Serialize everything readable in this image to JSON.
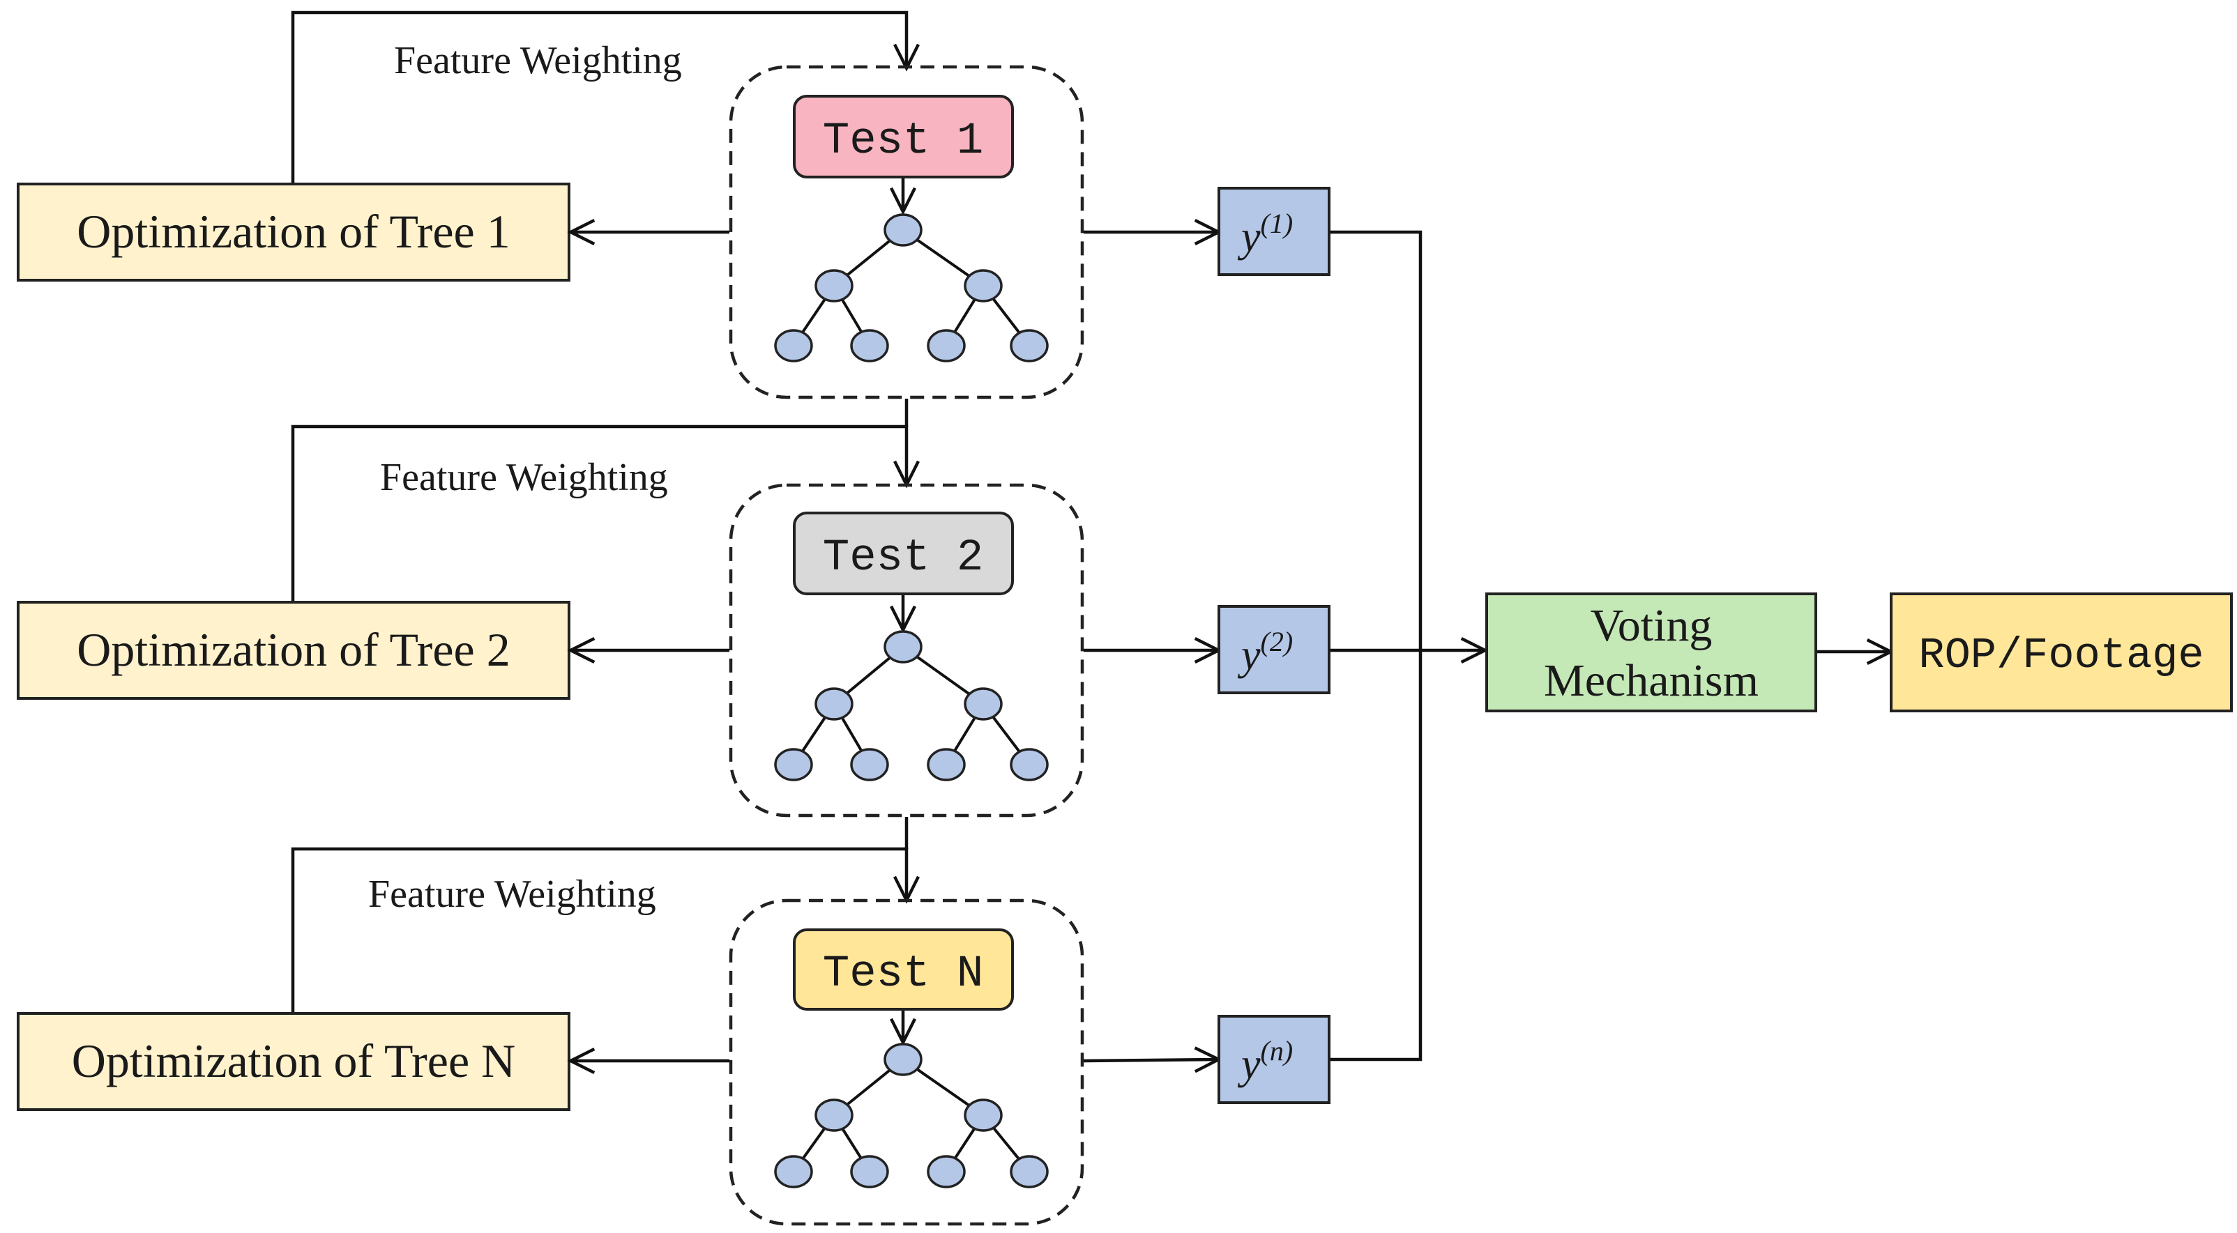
{
  "colors": {
    "optimization_fill": "#fff2cc",
    "y_box_fill": "#b4c7e7",
    "tree_node_fill": "#b4c7e7",
    "voting_fill": "#c5e8b7",
    "output_fill": "#ffe699"
  },
  "trees": [
    {
      "feature_label": "Feature Weighting",
      "optimization_label": "Optimization of Tree 1",
      "test_label": "Test 1",
      "test_color": "#f8b4c0",
      "y_base": "y",
      "y_sup": "(1)"
    },
    {
      "feature_label": "Feature Weighting",
      "optimization_label": "Optimization of Tree 2",
      "test_label": "Test 2",
      "test_color": "#d9d9d9",
      "y_base": "y",
      "y_sup": "(2)"
    },
    {
      "feature_label": "Feature Weighting",
      "optimization_label": "Optimization of Tree N",
      "test_label": "Test N",
      "test_color": "#ffe699",
      "y_base": "y",
      "y_sup": "(n)"
    }
  ],
  "voting": {
    "line1": "Voting",
    "line2": "Mechanism"
  },
  "output": {
    "label": "ROP/Footage"
  }
}
